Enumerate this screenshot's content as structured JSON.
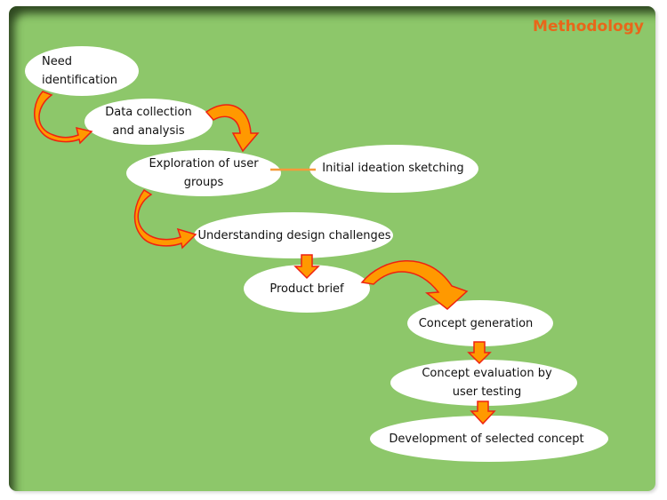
{
  "title": "Methodology",
  "colors": {
    "background": "#8dc76a",
    "title": "#e8661a",
    "node_fill": "#ffffff",
    "arrow_fill": "#ff9900",
    "arrow_stroke": "#ee2211",
    "connector": "#f59a3a"
  },
  "nodes": [
    {
      "id": "need",
      "label": "Need\nidentification"
    },
    {
      "id": "data",
      "label": "Data collection\nand analysis"
    },
    {
      "id": "explore",
      "label": "Exploration of user\ngroups"
    },
    {
      "id": "ideation",
      "label": "Initial  ideation sketching"
    },
    {
      "id": "understand",
      "label": "Understanding design challenges"
    },
    {
      "id": "brief",
      "label": "Product brief"
    },
    {
      "id": "concept",
      "label": "Concept generation"
    },
    {
      "id": "evaluation",
      "label": "Concept evaluation by\nuser testing"
    },
    {
      "id": "development",
      "label": "Development of selected concept"
    }
  ],
  "edges": [
    {
      "from": "need",
      "to": "data",
      "style": "curved-arrow"
    },
    {
      "from": "data",
      "to": "explore",
      "style": "curved-arrow"
    },
    {
      "from": "explore",
      "to": "ideation",
      "style": "line"
    },
    {
      "from": "explore",
      "to": "understand",
      "style": "curved-arrow"
    },
    {
      "from": "understand",
      "to": "brief",
      "style": "block-arrow"
    },
    {
      "from": "brief",
      "to": "concept",
      "style": "curved-arrow"
    },
    {
      "from": "concept",
      "to": "evaluation",
      "style": "block-arrow"
    },
    {
      "from": "evaluation",
      "to": "development",
      "style": "block-arrow"
    }
  ]
}
